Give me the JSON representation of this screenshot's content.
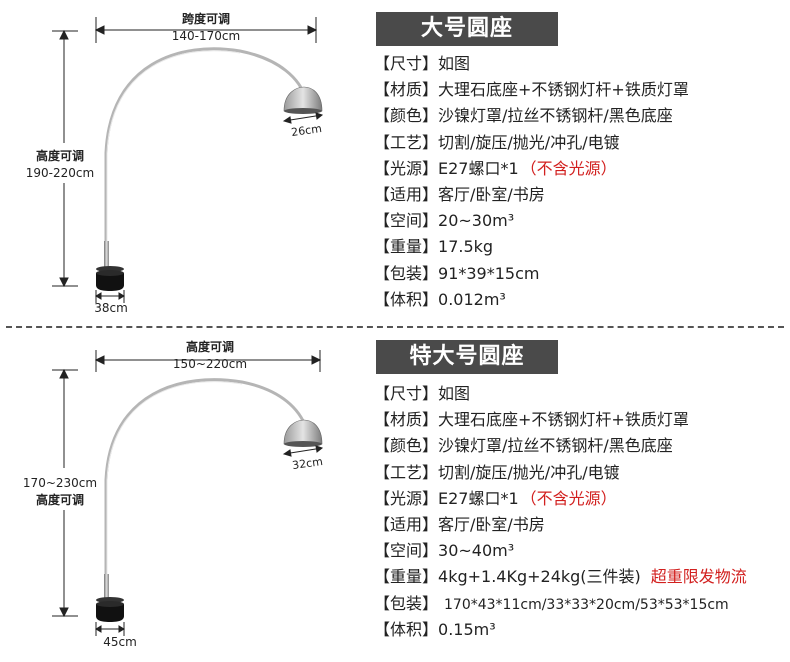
{
  "sections": [
    {
      "title": "大号圆座",
      "diagram": {
        "span_label": "跨度可调",
        "span_value": "140-170cm",
        "height_label": "高度可调",
        "height_value": "190-220cm",
        "shade_size": "26cm",
        "base_size": "38cm"
      },
      "specs": [
        {
          "key": "【尺寸】",
          "value": "如图"
        },
        {
          "key": "【材质】",
          "value": "大理石底座+不锈钢灯杆+铁质灯罩"
        },
        {
          "key": "【颜色】",
          "value": "沙镍灯罩/拉丝不锈钢杆/黑色底座"
        },
        {
          "key": "【工艺】",
          "value": "切割/旋压/抛光/冲孔/电镀"
        },
        {
          "key": "【光源】",
          "value": "E27螺口*1",
          "note": "（不含光源）"
        },
        {
          "key": "【适用】",
          "value": "客厅/卧室/书房"
        },
        {
          "key": "【空间】",
          "value": "20~30m³"
        },
        {
          "key": "【重量】",
          "value": "17.5kg"
        },
        {
          "key": "【包装】",
          "value": "91*39*15cm"
        },
        {
          "key": "【体积】",
          "value": "0.012m³"
        }
      ]
    },
    {
      "title": "特大号圆座",
      "diagram": {
        "span_label": "高度可调",
        "span_value": "150~220cm",
        "height_label": "高度可调",
        "height_value": "170~230cm",
        "shade_size": "32cm",
        "base_size": "45cm"
      },
      "specs": [
        {
          "key": "【尺寸】",
          "value": "如图"
        },
        {
          "key": "【材质】",
          "value": "大理石底座+不锈钢灯杆+铁质灯罩"
        },
        {
          "key": "【颜色】",
          "value": "沙镍灯罩/拉丝不锈钢杆/黑色底座"
        },
        {
          "key": "【工艺】",
          "value": "切割/旋压/抛光/冲孔/电镀"
        },
        {
          "key": "【光源】",
          "value": "E27螺口*1",
          "note": "（不含光源）"
        },
        {
          "key": "【适用】",
          "value": "客厅/卧室/书房"
        },
        {
          "key": "【空间】",
          "value": "30~40m³"
        },
        {
          "key": "【重量】",
          "value": "4kg+1.4Kg+24kg(三件装)",
          "note": "超重限发物流"
        },
        {
          "key": "【包装】",
          "value": "170*43*11cm/33*33*20cm/53*53*15cm"
        },
        {
          "key": "【体积】",
          "value": "0.15m³"
        }
      ]
    }
  ],
  "colors": {
    "title_bg": "#4a4a4a",
    "note_red": "#d2201f",
    "divider": "#555555"
  }
}
